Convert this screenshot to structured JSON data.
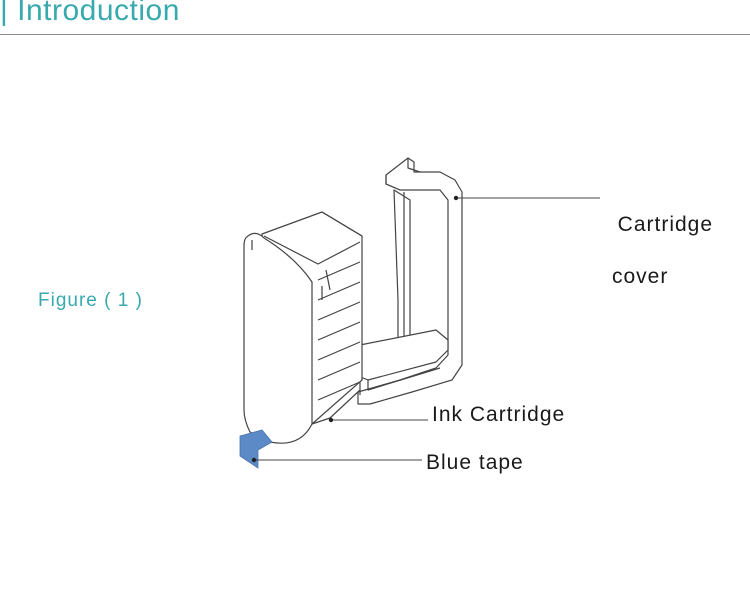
{
  "header": {
    "title": "| Introduction"
  },
  "figure": {
    "label": "Figure ( 1 )",
    "callouts": {
      "cartridge_cover_line1": "Cartridge",
      "cartridge_cover_line2": "cover",
      "ink_cartridge": "Ink Cartridge",
      "blue_tape": "Blue tape"
    },
    "colors": {
      "accent": "#38a9ad",
      "tape": "#5b8ac6",
      "line": "#444444"
    }
  }
}
